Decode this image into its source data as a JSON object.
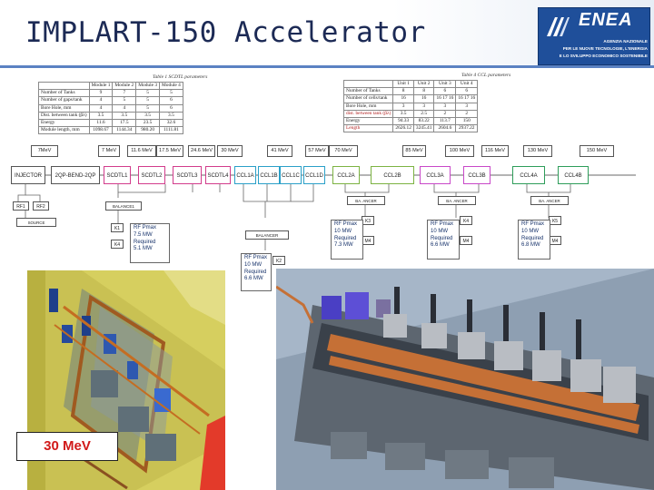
{
  "slide": {
    "title": "IMPLART-150 Accelerator"
  },
  "logo": {
    "word": "ENEA",
    "subtitle_lines": [
      "AGENZIA NAZIONALE",
      "PER LE NUOVE TECNOLOGIE, L'ENERGIA",
      "E LO SVILUPPO ECONOMICO SOSTENIBILE"
    ]
  },
  "table_scdtl": {
    "caption": "Table 1 SCDTL parameters",
    "headers": [
      "",
      "Module 1",
      "Module 2",
      "Module 3",
      "Module 4"
    ],
    "rows": [
      [
        "Number of Tanks",
        "9",
        "7",
        "5",
        "5"
      ],
      [
        "Number of gaps/tank",
        "4",
        "5",
        "5",
        "6"
      ],
      [
        "Bore Hole, mm",
        "4",
        "4",
        "5",
        "6"
      ],
      [
        "Dist. between tank (βλ)",
        "3.5",
        "3.5",
        "3.5",
        "3.5"
      ],
      [
        "Energy",
        "11.6",
        "17.5",
        "23.5",
        "32.6"
      ],
      [
        "Module length, mm",
        "1098.67",
        "1144.34",
        "980.20",
        "1111.81"
      ]
    ]
  },
  "table_ccl": {
    "caption": "Table 4 CCL parameters",
    "headers": [
      "",
      "Unit 1",
      "Unit 2",
      "Unit 3",
      "Unit 4"
    ],
    "rows": [
      [
        "Number of Tanks",
        "8",
        "8",
        "6",
        "6"
      ],
      [
        "Number of cells/tank",
        "16",
        "16",
        "16 17 16",
        "16 17 16"
      ],
      [
        "Bore Hole, mm",
        "3",
        "3",
        "3",
        "3"
      ],
      [
        "dist. between tank (βλ)",
        "3.5",
        "2.5",
        "2",
        "2"
      ],
      [
        "Energy",
        "94.33",
        "83.22",
        "113.7",
        "150"
      ],
      [
        "Length",
        "2626.12",
        "3245.41",
        "2604.6",
        "2937.22"
      ]
    ]
  },
  "energy_marks": [
    "7MeV",
    "7 MeV",
    "11.6 MeV",
    "17.5 MeV",
    "24.6 MeV",
    "30 MeV",
    "41 MeV",
    "57 MeV",
    "70 MeV",
    "85 MeV",
    "100 MeV",
    "116 MeV",
    "130 MeV",
    "150 MeV"
  ],
  "modules": [
    {
      "label": "INJECTOR",
      "color": "#555555"
    },
    {
      "label": "2QP-BEND-2QP",
      "color": "#555555"
    },
    {
      "label": "SCDTL1",
      "color": "#d23c8c"
    },
    {
      "label": "SCDTL2",
      "color": "#d23c8c"
    },
    {
      "label": "SCDTL3",
      "color": "#d23c8c"
    },
    {
      "label": "SCDTL4",
      "color": "#d23c8c"
    },
    {
      "label": "CCL1A",
      "color": "#2aa0c8"
    },
    {
      "label": "CCL1B",
      "color": "#2aa0c8"
    },
    {
      "label": "CCL1C",
      "color": "#2aa0c8"
    },
    {
      "label": "CCL1D",
      "color": "#2aa0c8"
    },
    {
      "label": "CCL2A",
      "color": "#7cb342"
    },
    {
      "label": "CCL2B",
      "color": "#7cb342"
    },
    {
      "label": "CCL3A",
      "color": "#c848c8"
    },
    {
      "label": "CCL3B",
      "color": "#c848c8"
    },
    {
      "label": "CCL4A",
      "color": "#2e9d5a"
    },
    {
      "label": "CCL4B",
      "color": "#2e9d5a"
    }
  ],
  "aux_boxes": {
    "rf1": "RF1",
    "rf2": "RF2",
    "source": "SOURCE",
    "k1": "K1",
    "balancer1": "BALANCE1",
    "k4_small": "K4",
    "balancer_main": "BALANCER",
    "k2": "K2",
    "ba_ancer2": "BA. ANCER",
    "ba_ancer3": "BA. ANCER",
    "ba_ancer4": "BA. ANCER",
    "k3": "K3",
    "k4": "K4",
    "k5": "K5",
    "m4a": "M4",
    "m4b": "M4",
    "m4c": "M4"
  },
  "klystron_notes": [
    [
      "RF Pmax",
      "7.5 MW",
      "Required",
      "5.1 MW"
    ],
    [
      "RF Pmax",
      "10 MW",
      "Required",
      "6.6 MW"
    ],
    [
      "RF Pmax",
      "10 MW",
      "Required",
      "7.3 MW"
    ],
    [
      "RF Pmax",
      "10 MW",
      "Required",
      "6.6 MW"
    ],
    [
      "RF Pmax",
      "10 MW",
      "Required",
      "6.8 MW"
    ]
  ],
  "render_label": "30 MeV"
}
